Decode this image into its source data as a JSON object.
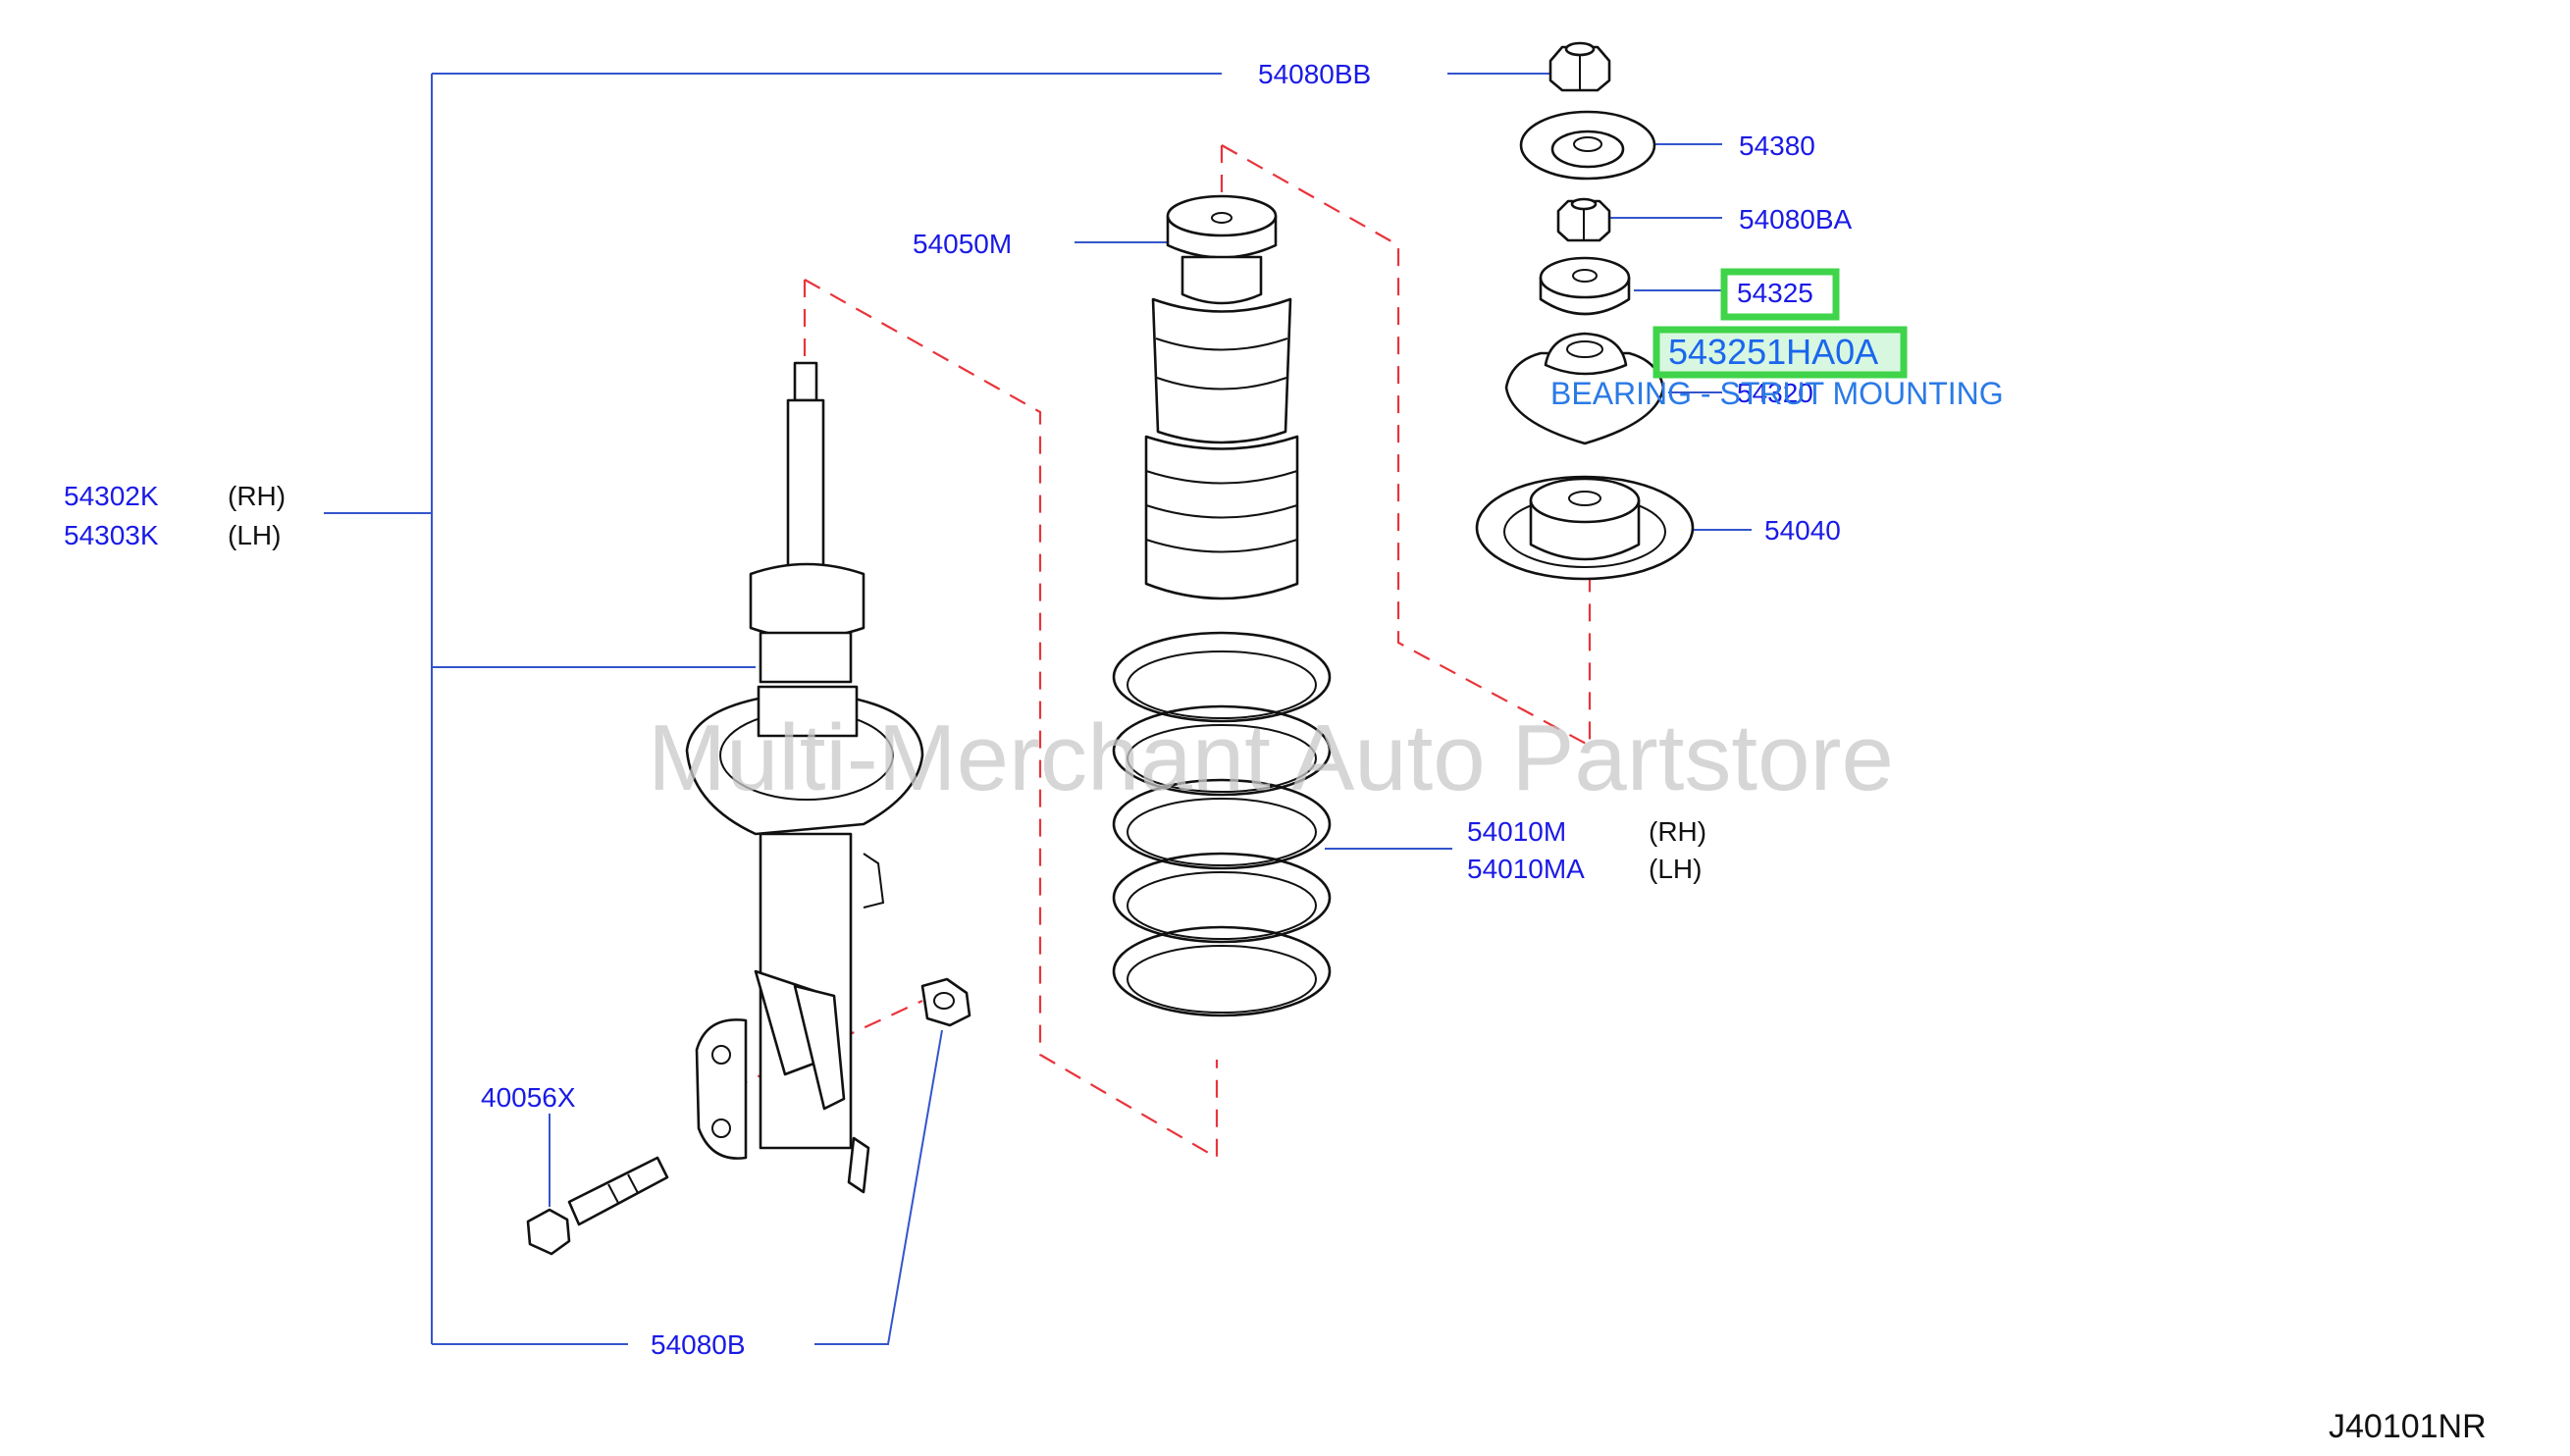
{
  "labels": {
    "p54080BB": "54080BB",
    "p54380": "54380",
    "p54080BA": "54080BA",
    "p54325": "54325",
    "p54320": "54320",
    "p54040": "54040",
    "p54050M": "54050M",
    "p54302K": "54302K",
    "p54303K": "54303K",
    "p54010M": "54010M",
    "p54010MA": "54010MA",
    "p40056X": "40056X",
    "p54080B": "54080B",
    "rh": "(RH)",
    "lh": "(LH)"
  },
  "highlight": {
    "part_number": "543251HA0A",
    "description": "BEARING - STRUT MOUNTING",
    "color": "#3fd44a"
  },
  "watermark": "Multi-Merchant Auto Partstore",
  "diagram_code": "J40101NR",
  "colors": {
    "part_number_text": "#1a1ae6",
    "leader_line": "#3355cc",
    "dashed_guide": "#e8343a"
  }
}
